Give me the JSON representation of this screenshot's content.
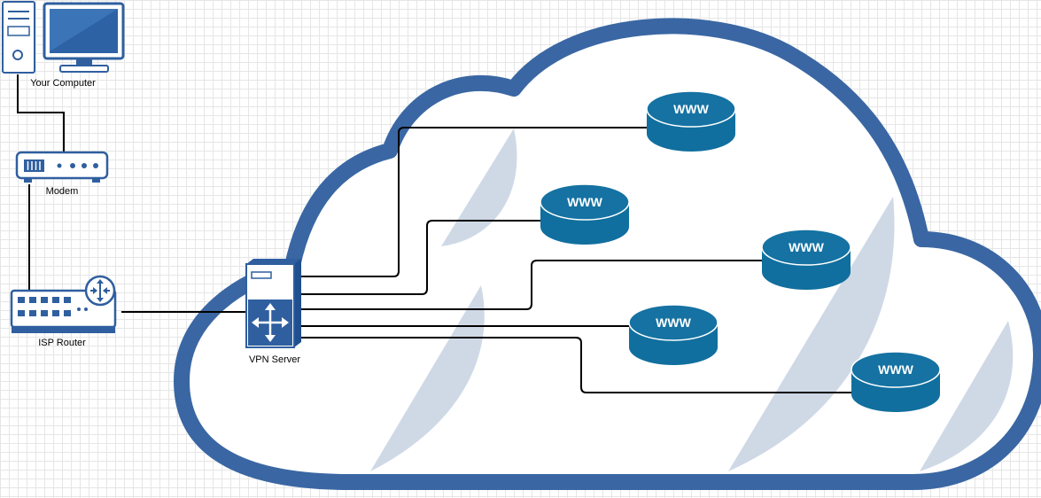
{
  "nodes": {
    "computer": {
      "label": "Your Computer"
    },
    "modem": {
      "label": "Modem"
    },
    "isp_router": {
      "label": "ISP Router"
    },
    "vpn_server": {
      "label": "VPN Server"
    },
    "www_sites": [
      {
        "label": "WWW"
      },
      {
        "label": "WWW"
      },
      {
        "label": "WWW"
      },
      {
        "label": "WWW"
      },
      {
        "label": "WWW"
      }
    ]
  },
  "colors": {
    "cloud_border": "#3a67a3",
    "cloud_reflection": "#cfd9e6",
    "device_stroke": "#2f5f9f",
    "device_fill": "#ffffff",
    "www_fill": "#106f9e",
    "www_top": "#1572a2",
    "connector": "#000000"
  },
  "icons": [
    "desktop-computer-icon",
    "modem-icon",
    "router-icon",
    "vpn-server-icon",
    "database-icon"
  ]
}
